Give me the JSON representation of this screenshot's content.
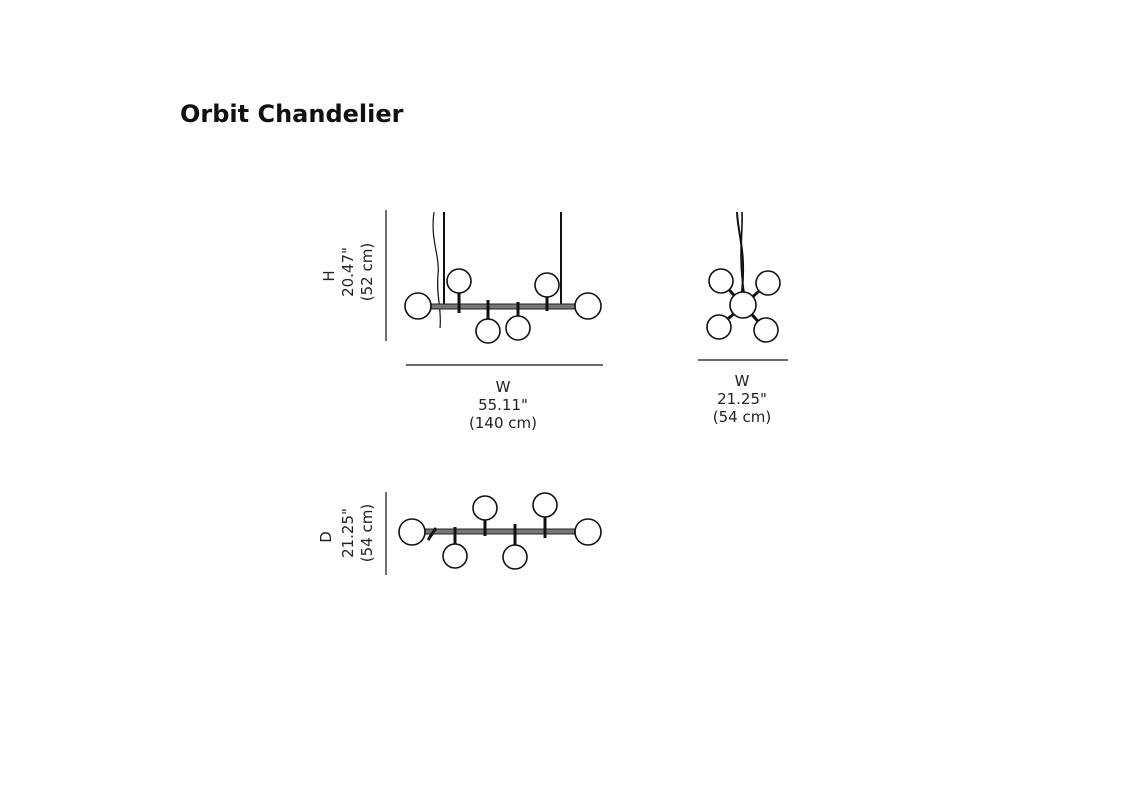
{
  "title": "Orbit Chandelier",
  "front_view": {
    "height_label": "H",
    "height_in": "20.47\"",
    "height_cm": "(52 cm)",
    "width_label": "W",
    "width_in": "55.11\"",
    "width_cm": "(140 cm)"
  },
  "side_view": {
    "width_label": "W",
    "width_in": "21.25\"",
    "width_cm": "(54 cm)"
  },
  "top_view": {
    "depth_label": "D",
    "depth_in": "21.25\"",
    "depth_cm": "(54 cm)"
  },
  "colors": {
    "line": "#111111",
    "bar": "#555555"
  }
}
